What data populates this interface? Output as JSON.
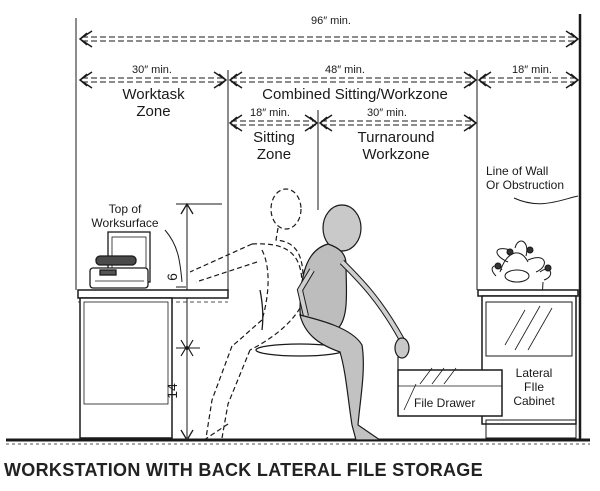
{
  "dimensions": {
    "total": "96″ min.",
    "worktask": "30″ min.",
    "combined": "48″ min.",
    "rear": "18″ min.",
    "sitting": "18″ min.",
    "turnaround": "30″ min."
  },
  "zones": {
    "worktask_line1": "Worktask",
    "worktask_line2": "Zone",
    "combined": "Combined Sitting/Workzone",
    "sitting_line1": "Sitting",
    "sitting_line2": "Zone",
    "turnaround_line1": "Turnaround",
    "turnaround_line2": "Workzone"
  },
  "labels": {
    "wall_line1": "Line of Wall",
    "wall_line2": "Or Obstruction",
    "top_line1": "Top of",
    "top_line2": "Worksurface",
    "height_small": "6",
    "height_large": "14",
    "file_drawer": "File Drawer",
    "cabinet_line1": "Lateral",
    "cabinet_line2": "FIle",
    "cabinet_line3": "Cabinet"
  },
  "caption": "WORKSTATION WITH BACK LATERAL FILE STORAGE"
}
